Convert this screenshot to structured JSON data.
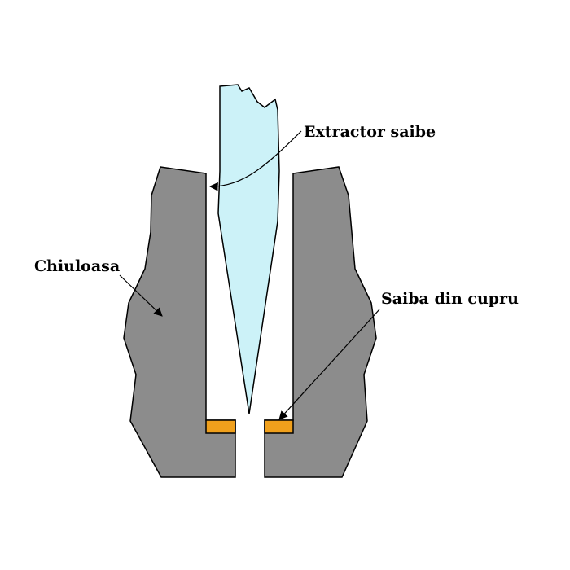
{
  "labels": {
    "extractor": "Extractor saibe",
    "head": "Chiuloasa",
    "washer": "Saiba din cupru"
  },
  "colors": {
    "cylinder_head": "#8c8c8c",
    "extractor_tool": "#ccf2f8",
    "copper_washer": "#f0a01c",
    "outline": "#000000",
    "background": "#ffffff"
  }
}
